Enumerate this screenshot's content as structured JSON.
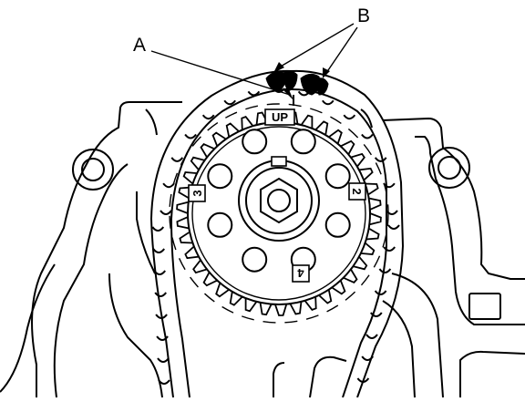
{
  "callouts": {
    "a": "A",
    "b": "B"
  },
  "gear_marks": {
    "up": "UP",
    "two": "2",
    "three": "3",
    "four": "4"
  },
  "colors": {
    "ink": "#000000",
    "paper": "#ffffff"
  }
}
